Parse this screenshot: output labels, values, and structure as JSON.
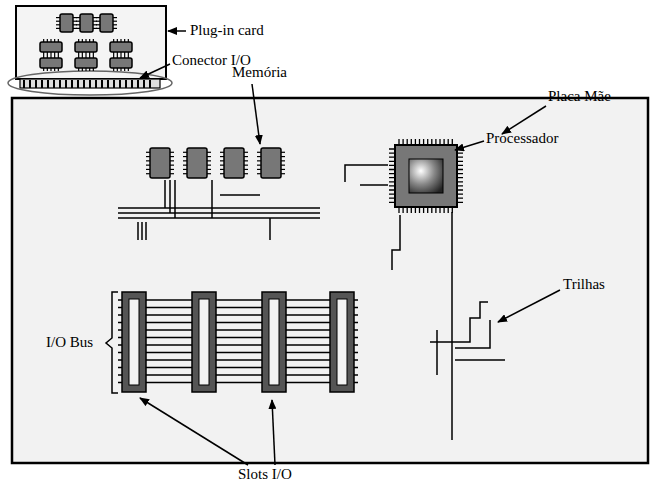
{
  "diagram": {
    "labels": [
      "Plug-in card",
      "Conector I/O",
      "Memória",
      "Processador",
      "Placa Mãe",
      "Trilhas",
      "I/O Bus",
      "Slots I/O"
    ]
  }
}
